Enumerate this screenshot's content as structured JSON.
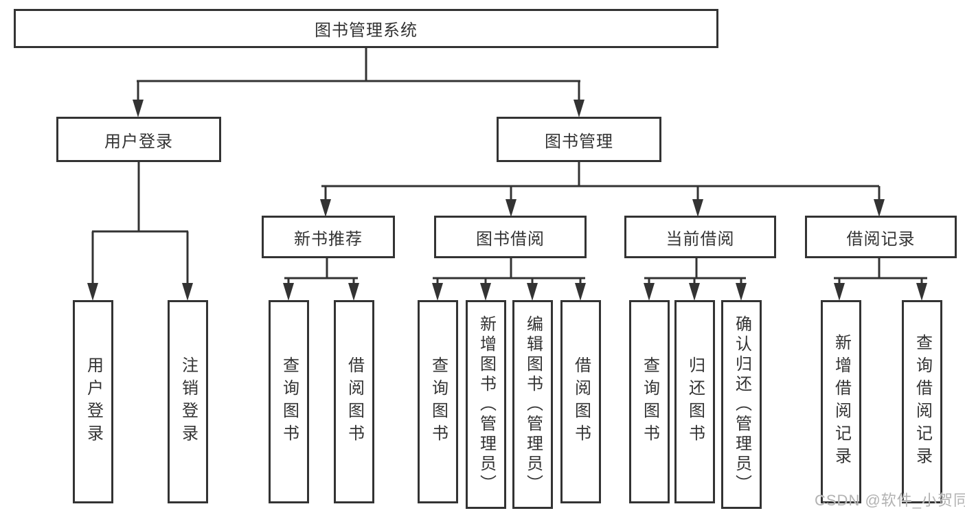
{
  "tree": {
    "root": "图书管理系统",
    "branches": [
      {
        "label": "用户登录",
        "children": [
          "用户登录",
          "注销登录"
        ]
      },
      {
        "label": "图书管理",
        "children": [
          {
            "label": "新书推荐",
            "children": [
              "查询图书",
              "借阅图书"
            ]
          },
          {
            "label": "图书借阅",
            "children": [
              "查询图书",
              "新增图书（管理员）",
              "编辑图书（管理员）",
              "借阅图书"
            ]
          },
          {
            "label": "当前借阅",
            "children": [
              "查询图书",
              "归还图书",
              "确认归还（管理员）"
            ]
          },
          {
            "label": "借阅记录",
            "children": [
              "新增借阅记录",
              "查询借阅记录"
            ]
          }
        ]
      }
    ]
  },
  "watermark": {
    "text": "CSDN @软件_小贺同学"
  },
  "colors": {
    "line": "#333333",
    "box_border": "#333333",
    "box_background": "#ffffff",
    "text": "#333333",
    "page_background": "#ffffff",
    "watermark": "#b2b2b2"
  }
}
